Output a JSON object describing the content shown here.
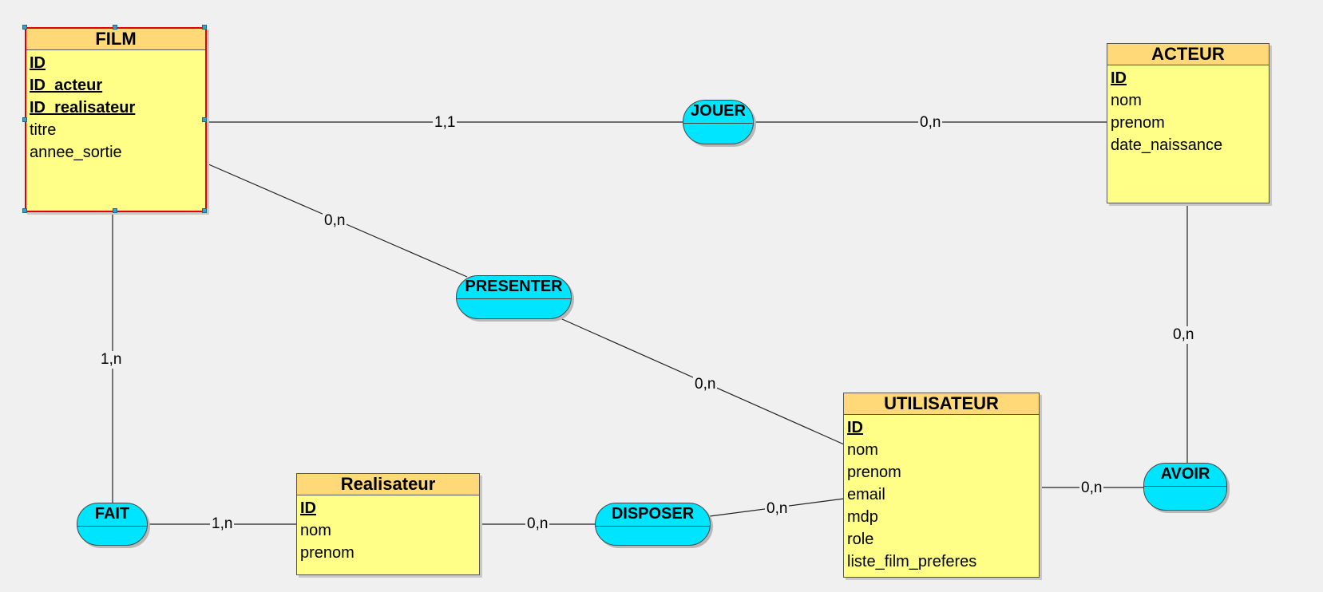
{
  "entities": {
    "film": {
      "title": "FILM",
      "attributes": [
        "ID",
        "ID_acteur",
        "ID_realisateur",
        "titre",
        "annee_sortie"
      ]
    },
    "acteur": {
      "title": "ACTEUR",
      "attributes": [
        "ID",
        "nom",
        "prenom",
        "date_naissance"
      ]
    },
    "utilisateur": {
      "title": "UTILISATEUR",
      "attributes": [
        "ID",
        "nom",
        "prenom",
        "email",
        "mdp",
        "role",
        "liste_film_preferes"
      ]
    },
    "realisateur": {
      "title": "Realisateur",
      "attributes": [
        "ID",
        "nom",
        "prenom"
      ]
    }
  },
  "relations": {
    "jouer": "JOUER",
    "presenter": "PRESENTER",
    "fait": "FAIT",
    "disposer": "DISPOSER",
    "avoir": "AVOIR"
  },
  "cardinalities": {
    "film_jouer": "1,1",
    "acteur_jouer": "0,n",
    "film_presenter": "0,n",
    "utilisateur_presenter": "0,n",
    "film_fait": "1,n",
    "realisateur_fait": "1,n",
    "realisateur_disposer": "0,n",
    "utilisateur_disposer": "0,n",
    "acteur_avoir": "0,n",
    "utilisateur_avoir": "0,n"
  },
  "colors": {
    "entity_fill": "#ffff88",
    "entity_header": "#ffd877",
    "relation_fill": "#00e5ff",
    "selection_border": "#e00000",
    "background": "#f0f0f0"
  }
}
